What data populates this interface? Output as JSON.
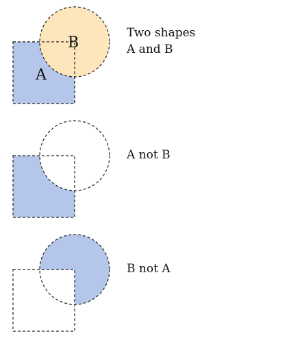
{
  "shapes": {
    "a_label": "A",
    "b_label": "B"
  },
  "panels": [
    {
      "id": "both",
      "caption_lines": [
        "Two shapes",
        "A and B"
      ]
    },
    {
      "id": "a-not-b",
      "caption_lines": [
        "A not B"
      ]
    },
    {
      "id": "b-not-a",
      "caption_lines": [
        "B not A"
      ]
    }
  ],
  "colors": {
    "shape_a_fill": "#b4c6ea",
    "shape_b_fill": "#fde6bb",
    "outline": "#222222",
    "highlight_fill": "#b4c6ea",
    "text": "#111111"
  }
}
